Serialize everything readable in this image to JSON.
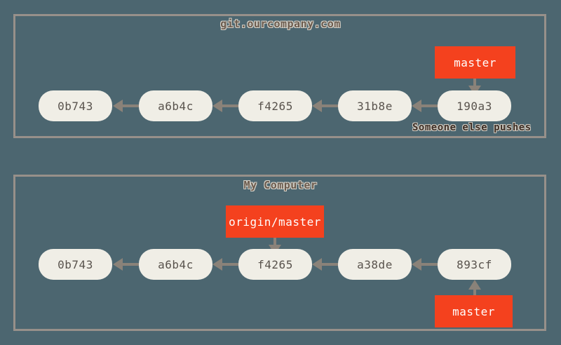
{
  "diagram": {
    "background_color": "#4c6670",
    "panel_border_color": "#97908a",
    "commit_fill_color": "#f0eee6",
    "commit_text_color": "#59534d",
    "ref_label_color": "#f4411e",
    "ref_label_text_color": "#ffffff",
    "arrow_color": "#8a8279"
  },
  "remote_panel": {
    "title": "git.ourcompany.com",
    "commits": [
      {
        "id": "0b743"
      },
      {
        "id": "a6b4c"
      },
      {
        "id": "f4265"
      },
      {
        "id": "31b8e"
      },
      {
        "id": "190a3"
      }
    ],
    "refs": [
      {
        "label": "master",
        "points_to": "190a3"
      }
    ],
    "annotation": "Someone else pushes"
  },
  "local_panel": {
    "title": "My Computer",
    "commits": [
      {
        "id": "0b743"
      },
      {
        "id": "a6b4c"
      },
      {
        "id": "f4265"
      },
      {
        "id": "a38de"
      },
      {
        "id": "893cf"
      }
    ],
    "refs": [
      {
        "label": "origin/master",
        "points_to": "f4265"
      },
      {
        "label": "master",
        "points_to": "893cf"
      }
    ]
  }
}
